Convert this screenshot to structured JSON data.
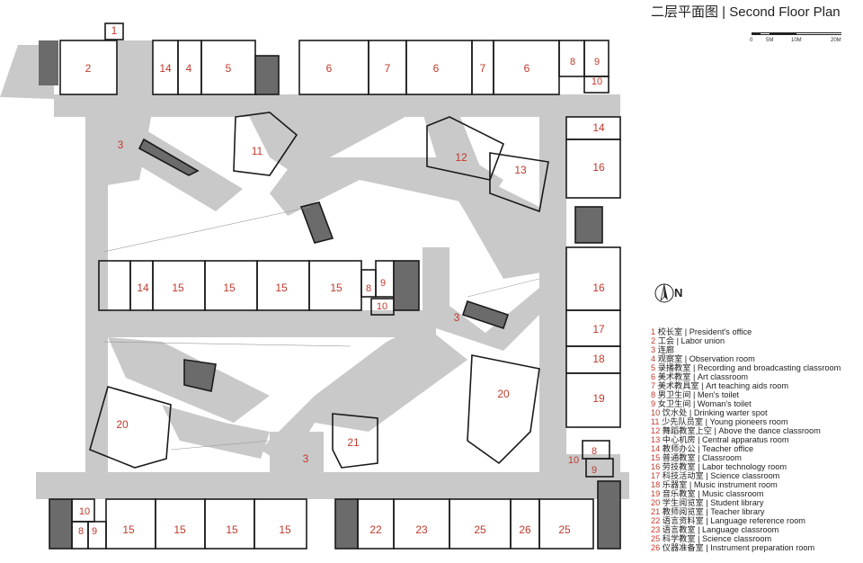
{
  "title": "二层平面图 | Second Floor Plan",
  "scale_bar": {
    "ticks": [
      "0",
      "5M",
      "10M",
      "20M"
    ]
  },
  "north_label": "N",
  "colors": {
    "corridor": "#c9c9c9",
    "wall": "#1a1a1a",
    "label_red": "#c0392b",
    "stair": "#6b6b6b"
  },
  "room_labels": {
    "r2": "2",
    "r14a": "14",
    "r4": "4",
    "r5": "5",
    "r6a": "6",
    "r7a": "7",
    "r6b": "6",
    "r7b": "7",
    "r6c": "6",
    "r8a": "8",
    "r9a": "9",
    "r10a": "10",
    "r1": "1",
    "r3a": "3",
    "r11": "11",
    "r12": "12",
    "r13": "13",
    "r14b": "14",
    "r16a": "16",
    "r14c": "14",
    "r15a": "15",
    "r15b": "15",
    "r15c": "15",
    "r15d": "15",
    "r8b": "8",
    "r9b": "9",
    "r10b": "10",
    "r16b": "16",
    "r3b": "3",
    "r17": "17",
    "r18": "18",
    "r19": "19",
    "r20a": "20",
    "r20b": "20",
    "r21": "21",
    "r3c": "3",
    "r8c": "8",
    "r10c": "10",
    "r9c": "9",
    "r10d": "10",
    "r8d": "8",
    "r9d": "9",
    "r15e": "15",
    "r15f": "15",
    "r15g": "15",
    "r15h": "15",
    "r22": "22",
    "r23": "23",
    "r25a": "25",
    "r26": "26",
    "r25b": "25"
  },
  "legend": [
    {
      "num": "1",
      "text": "校长室 | President's office"
    },
    {
      "num": "2",
      "text": "工会 | Labor union"
    },
    {
      "num": "3",
      "text": "连廊"
    },
    {
      "num": "4",
      "text": "观察室 | Observation room"
    },
    {
      "num": "5",
      "text": "录播教室 | Recording and broadcasting classroom"
    },
    {
      "num": "6",
      "text": "美术教室 | Art classroom"
    },
    {
      "num": "7",
      "text": "美术教具室 | Art teaching aids room"
    },
    {
      "num": "8",
      "text": "男卫生间 | Men's toilet"
    },
    {
      "num": "9",
      "text": "女卫生间 | Woman's toilet"
    },
    {
      "num": "10",
      "text": "饮水处 | Drinking warter spot"
    },
    {
      "num": "11",
      "text": "少先队员室 | Young pioneers room"
    },
    {
      "num": "12",
      "text": "舞蹈教室上空 | Above the dance classroom"
    },
    {
      "num": "13",
      "text": "中心机房 | Central apparatus room"
    },
    {
      "num": "14",
      "text": "教师办公 | Teacher office"
    },
    {
      "num": "15",
      "text": "普通教室 | Classroom"
    },
    {
      "num": "16",
      "text": "劳技教室 | Labor technology room"
    },
    {
      "num": "17",
      "text": "科技活动室 | Science classroom"
    },
    {
      "num": "18",
      "text": "乐器室 | Music instrument room"
    },
    {
      "num": "19",
      "text": "音乐教室 | Music classroom"
    },
    {
      "num": "20",
      "text": "学生阅览室 | Student library"
    },
    {
      "num": "21",
      "text": "教师阅览室 | Teacher library"
    },
    {
      "num": "22",
      "text": "语言资料室 | Language reference room"
    },
    {
      "num": "23",
      "text": "语言教室 | Language classroom"
    },
    {
      "num": "25",
      "text": "科学教室 | Science classroom"
    },
    {
      "num": "26",
      "text": "仪器准备室 | Instrument preparation room"
    }
  ]
}
